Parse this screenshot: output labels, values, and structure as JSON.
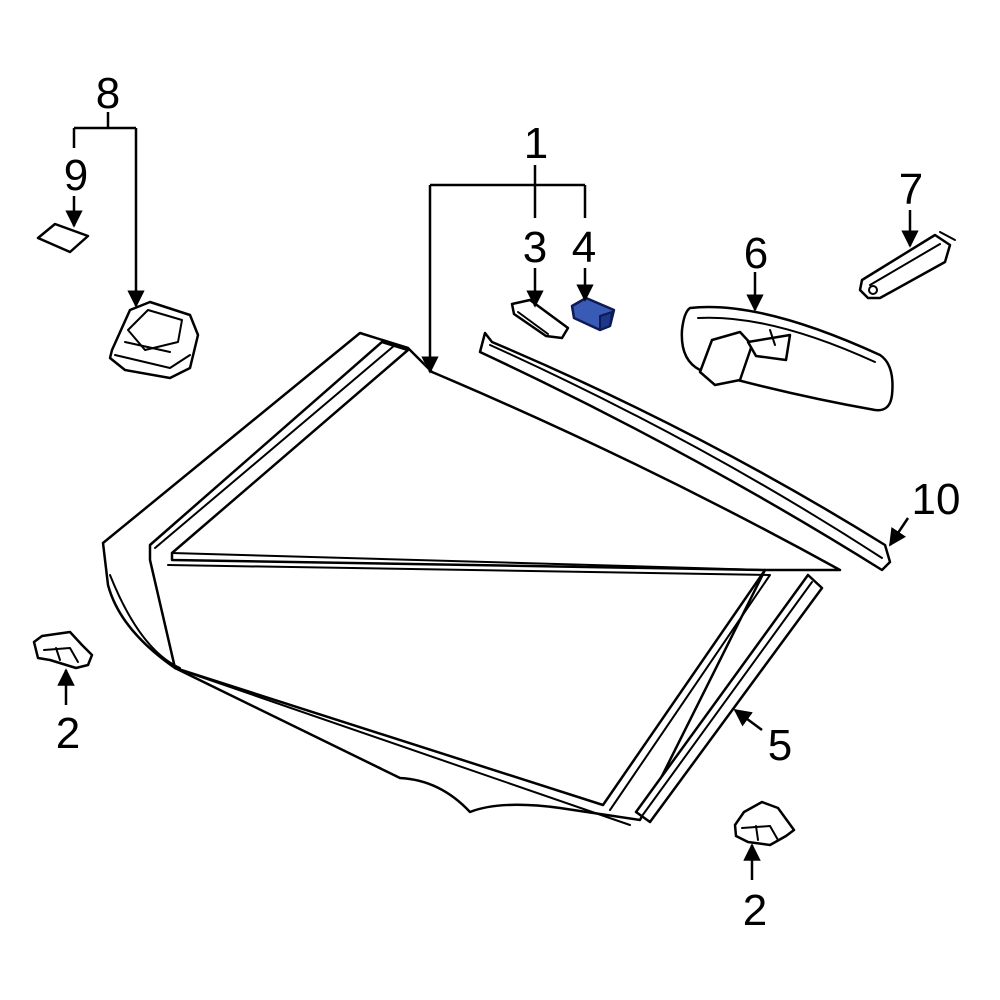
{
  "callouts": {
    "c1": "1",
    "c2a": "2",
    "c2b": "2",
    "c3": "3",
    "c4": "4",
    "c5": "5",
    "c6": "6",
    "c7": "7",
    "c8": "8",
    "c9": "9",
    "c10": "10"
  },
  "highlighted_part": "4",
  "colors": {
    "highlight": "#3a5bb5",
    "line": "#000000",
    "background": "#ffffff"
  }
}
